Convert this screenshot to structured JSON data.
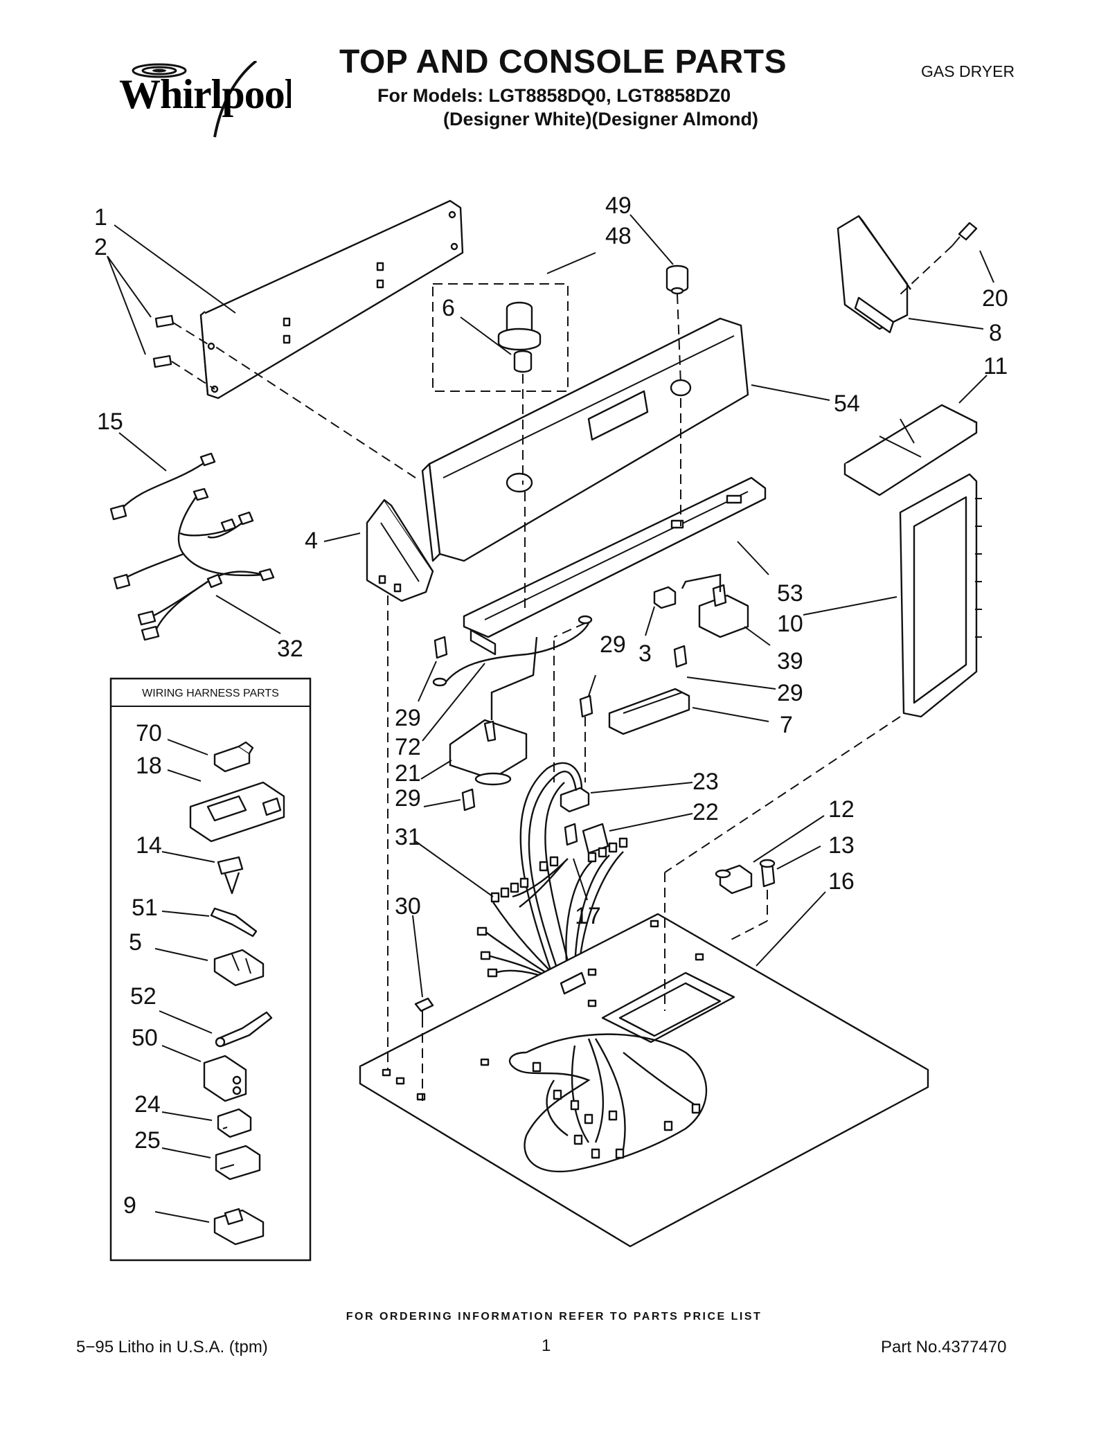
{
  "header": {
    "brand": "Whirlpool",
    "title": "TOP AND CONSOLE PARTS",
    "doc_type": "GAS DRYER",
    "models": "For Models: LGT8858DQ0, LGT8858DZ0",
    "colors": "(Designer White)(Designer Almond)"
  },
  "diagram": {
    "callouts": [
      {
        "id": "c1",
        "text": "1"
      },
      {
        "id": "c2",
        "text": "2"
      },
      {
        "id": "c49",
        "text": "49"
      },
      {
        "id": "c48",
        "text": "48"
      },
      {
        "id": "c6",
        "text": "6"
      },
      {
        "id": "c20",
        "text": "20"
      },
      {
        "id": "c8",
        "text": "8"
      },
      {
        "id": "c11",
        "text": "11"
      },
      {
        "id": "c54",
        "text": "54"
      },
      {
        "id": "c15",
        "text": "15"
      },
      {
        "id": "c4",
        "text": "4"
      },
      {
        "id": "c53",
        "text": "53"
      },
      {
        "id": "c10",
        "text": "10"
      },
      {
        "id": "c32",
        "text": "32"
      },
      {
        "id": "c3",
        "text": "3"
      },
      {
        "id": "c39",
        "text": "39"
      },
      {
        "id": "c29a",
        "text": "29"
      },
      {
        "id": "c29b",
        "text": "29"
      },
      {
        "id": "c29c",
        "text": "29"
      },
      {
        "id": "c29d",
        "text": "29"
      },
      {
        "id": "c72",
        "text": "72"
      },
      {
        "id": "c7",
        "text": "7"
      },
      {
        "id": "c21",
        "text": "21"
      },
      {
        "id": "c23",
        "text": "23"
      },
      {
        "id": "c22",
        "text": "22"
      },
      {
        "id": "c12",
        "text": "12"
      },
      {
        "id": "c31",
        "text": "31"
      },
      {
        "id": "c13",
        "text": "13"
      },
      {
        "id": "c16",
        "text": "16"
      },
      {
        "id": "c30",
        "text": "30"
      },
      {
        "id": "c17",
        "text": "17"
      }
    ],
    "harness_box": {
      "title": "WIRING HARNESS PARTS",
      "callouts": [
        {
          "id": "h70",
          "text": "70"
        },
        {
          "id": "h18",
          "text": "18"
        },
        {
          "id": "h14",
          "text": "14"
        },
        {
          "id": "h51",
          "text": "51"
        },
        {
          "id": "h5",
          "text": "5"
        },
        {
          "id": "h52",
          "text": "52"
        },
        {
          "id": "h50",
          "text": "50"
        },
        {
          "id": "h24",
          "text": "24"
        },
        {
          "id": "h25",
          "text": "25"
        },
        {
          "id": "h9",
          "text": "9"
        }
      ]
    }
  },
  "footer": {
    "order_note": "FOR ORDERING INFORMATION REFER TO PARTS PRICE LIST",
    "litho": "5−95 Litho in U.S.A. (tpm)",
    "page_number": "1",
    "part_number": "Part No.4377470"
  }
}
